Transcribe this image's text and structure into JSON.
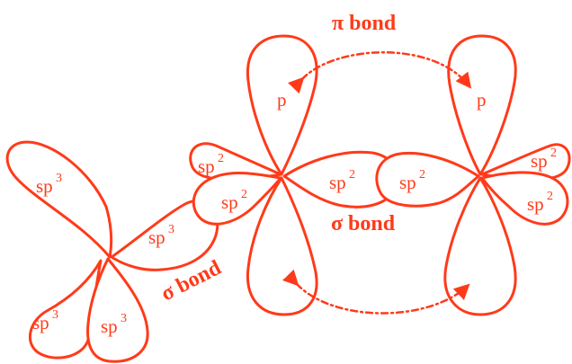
{
  "colors": {
    "stroke": "#ff3a1a",
    "text": "#ff3a1a",
    "background": "#ffffff"
  },
  "labels": {
    "pi_bond": "π bond",
    "sigma_bond_center": "σ bond",
    "sigma_bond_left": "σ bond",
    "p": "p",
    "sp2": "sp",
    "sp3": "sp",
    "exp2": "2",
    "exp3": "3"
  }
}
